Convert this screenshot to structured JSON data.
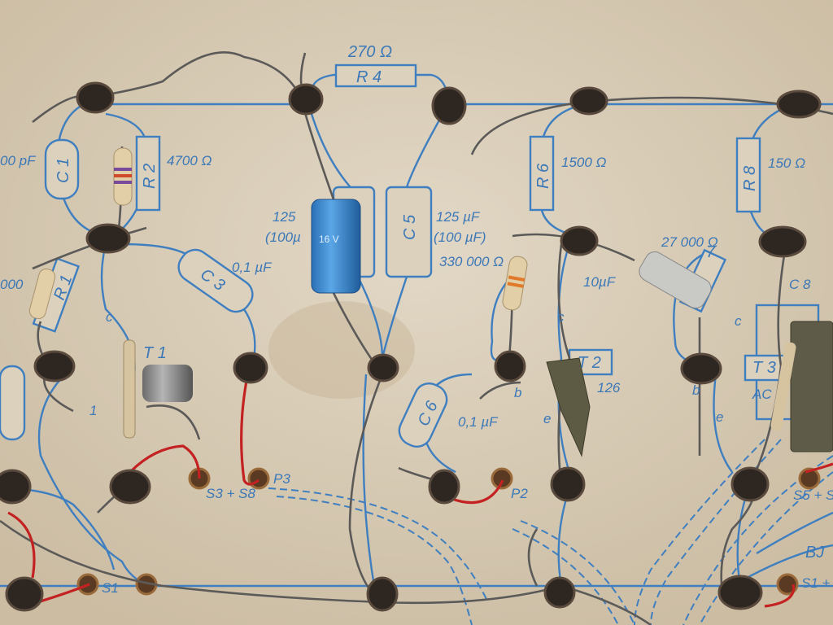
{
  "board_labels": {
    "r4_value": "270 Ω",
    "r4": "R 4",
    "r6": "R 6",
    "r6_value": "1500 Ω",
    "r8": "R 8",
    "r8_value": "150 Ω",
    "r2": "R 2",
    "r2_value": "4700 Ω",
    "c1": "C 1",
    "c1_value": "00 pF",
    "r1": "R 1",
    "r1_value": "000",
    "c3": "C 3",
    "c3_value": "0,1 µF",
    "c4_value": "125",
    "c4_value_alt": "(100µ",
    "c5": "C 5",
    "c5_value": "125 µF",
    "c5_value_alt": "(100 µF)",
    "r_330k": "330 000 Ω",
    "r_27k": "27 000 Ω",
    "c_10uf": "10µF",
    "r7": "7",
    "c8": "C 8",
    "t1": "T 1",
    "t2": "T 2",
    "t2_type": "126",
    "t3": "T 3",
    "t3_type": "AC",
    "c6": "C 6",
    "c6_value": "0,1 µF",
    "p2": "P2",
    "p3": "P3",
    "s3s8": "S3 + S8",
    "s5": "S5 + S",
    "s1_right": "S1 +",
    "s1_left": "S1",
    "bj": "BJ",
    "cap_voltage": "16 V",
    "pin_c1": "c",
    "pin_c2": "c",
    "pin_c3": "c",
    "pin_b1": "b",
    "pin_b2": "b",
    "pin_e1": "e",
    "pin_e2": "e",
    "pin_1": "1"
  },
  "colors": {
    "board": "#d9cdb8",
    "trace": "#3f7fc0",
    "electrolytic": "#2f7fc8"
  }
}
